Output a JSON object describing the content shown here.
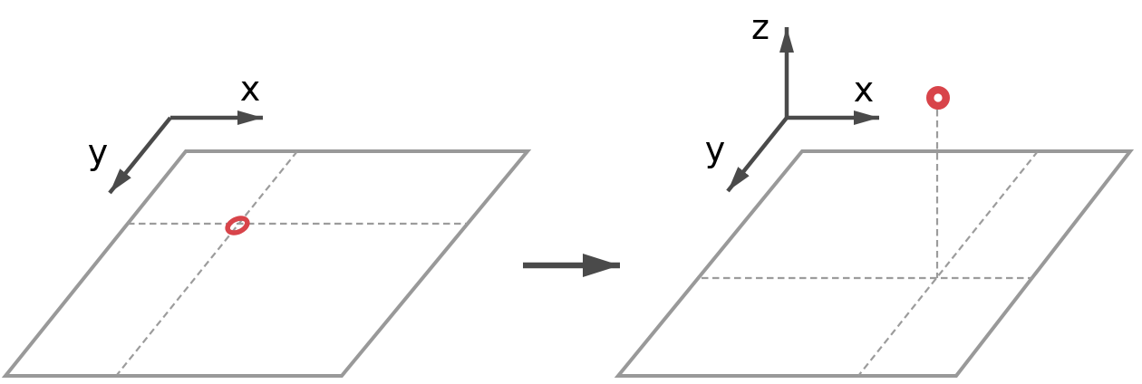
{
  "colors": {
    "plane": "#999999",
    "dash": "#9c9c9c",
    "axis": "#4a4a4a",
    "label": "#000000",
    "point": "#d8444a",
    "background": "#ffffff"
  },
  "left_panel": {
    "labels": {
      "x": "x",
      "y": "y"
    }
  },
  "right_panel": {
    "labels": {
      "x": "x",
      "y": "y",
      "z": "z"
    }
  },
  "icons": {
    "transition_arrow": "right-arrow",
    "left_point_marker": "ring-on-plane",
    "right_point_marker": "ring-above-plane"
  }
}
